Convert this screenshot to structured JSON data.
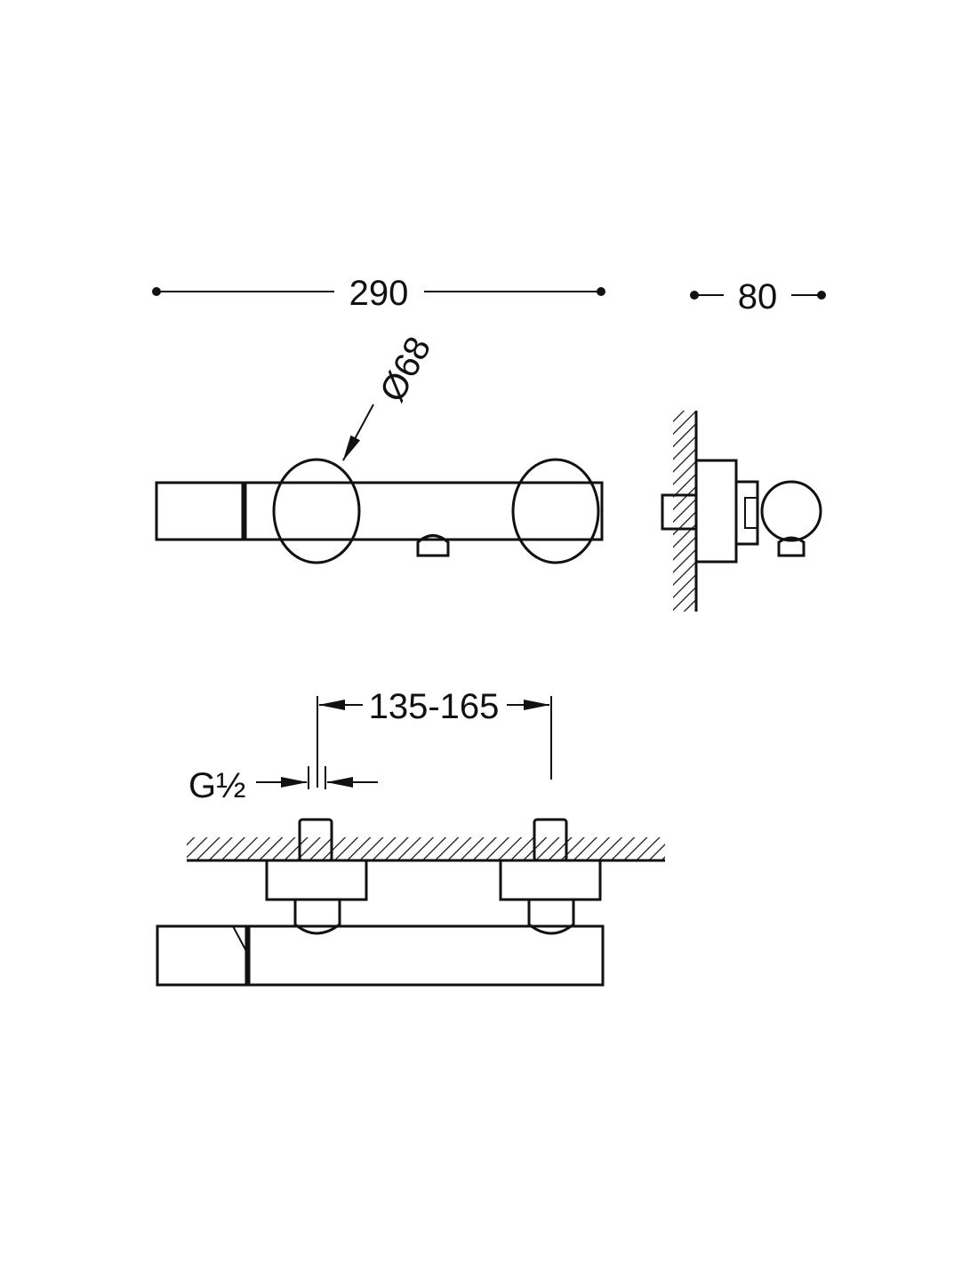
{
  "dimensions": {
    "overall_width": "290",
    "depth": "80",
    "knob_diameter": "Ø68",
    "inlet_centers": "135-165",
    "thread": "G½"
  },
  "colors": {
    "line": "#111111",
    "background": "#ffffff"
  }
}
